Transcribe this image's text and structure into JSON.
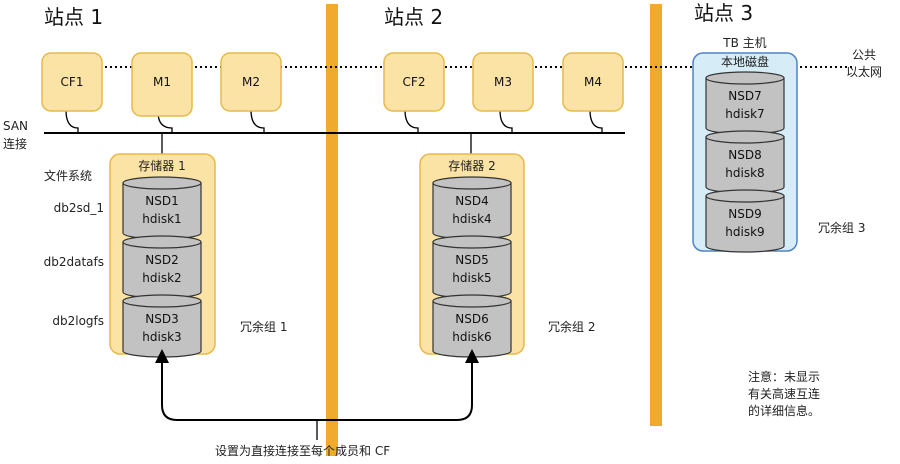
{
  "sites": [
    {
      "title": "站点 1"
    },
    {
      "title": "站点 2"
    },
    {
      "title": "站点 3"
    }
  ],
  "members": [
    "CF1",
    "M1",
    "M2",
    "CF2",
    "M3",
    "M4"
  ],
  "ethernet_label": [
    "公共",
    "以太网"
  ],
  "san_label": [
    "SAN",
    "连接"
  ],
  "fs_header": "文件系统",
  "filesystems": [
    "db2sd_1",
    "db2datafs",
    "db2logfs"
  ],
  "storage": [
    {
      "title": "存储器 1",
      "group": "冗余组 1",
      "disks": [
        {
          "nsd": "NSD1",
          "hdisk": "hdisk1"
        },
        {
          "nsd": "NSD2",
          "hdisk": "hdisk2"
        },
        {
          "nsd": "NSD3",
          "hdisk": "hdisk3"
        }
      ]
    },
    {
      "title": "存储器 2",
      "group": "冗余组 2",
      "disks": [
        {
          "nsd": "NSD4",
          "hdisk": "hdisk4"
        },
        {
          "nsd": "NSD5",
          "hdisk": "hdisk5"
        },
        {
          "nsd": "NSD6",
          "hdisk": "hdisk6"
        }
      ]
    }
  ],
  "tiebreaker": {
    "title": [
      "TB 主机",
      "本地磁盘"
    ],
    "group": "冗余组 3",
    "disks": [
      {
        "nsd": "NSD7",
        "hdisk": "hdisk7"
      },
      {
        "nsd": "NSD8",
        "hdisk": "hdisk8"
      },
      {
        "nsd": "NSD9",
        "hdisk": "hdisk9"
      }
    ]
  },
  "bottom_caption": "设置为直接连接至每个成员和 CF",
  "note": [
    "注意：未显示",
    "有关高速互连",
    "的详细信息。"
  ],
  "colors": {
    "node_fill": "#fbe3a6",
    "node_stroke": "#e8b94a",
    "divider": "#f0ab2c",
    "disk_fill": "#c2c2c2",
    "disk_stroke": "#333333",
    "tb_fill": "#d6ecf7",
    "tb_stroke": "#4e84c6"
  }
}
